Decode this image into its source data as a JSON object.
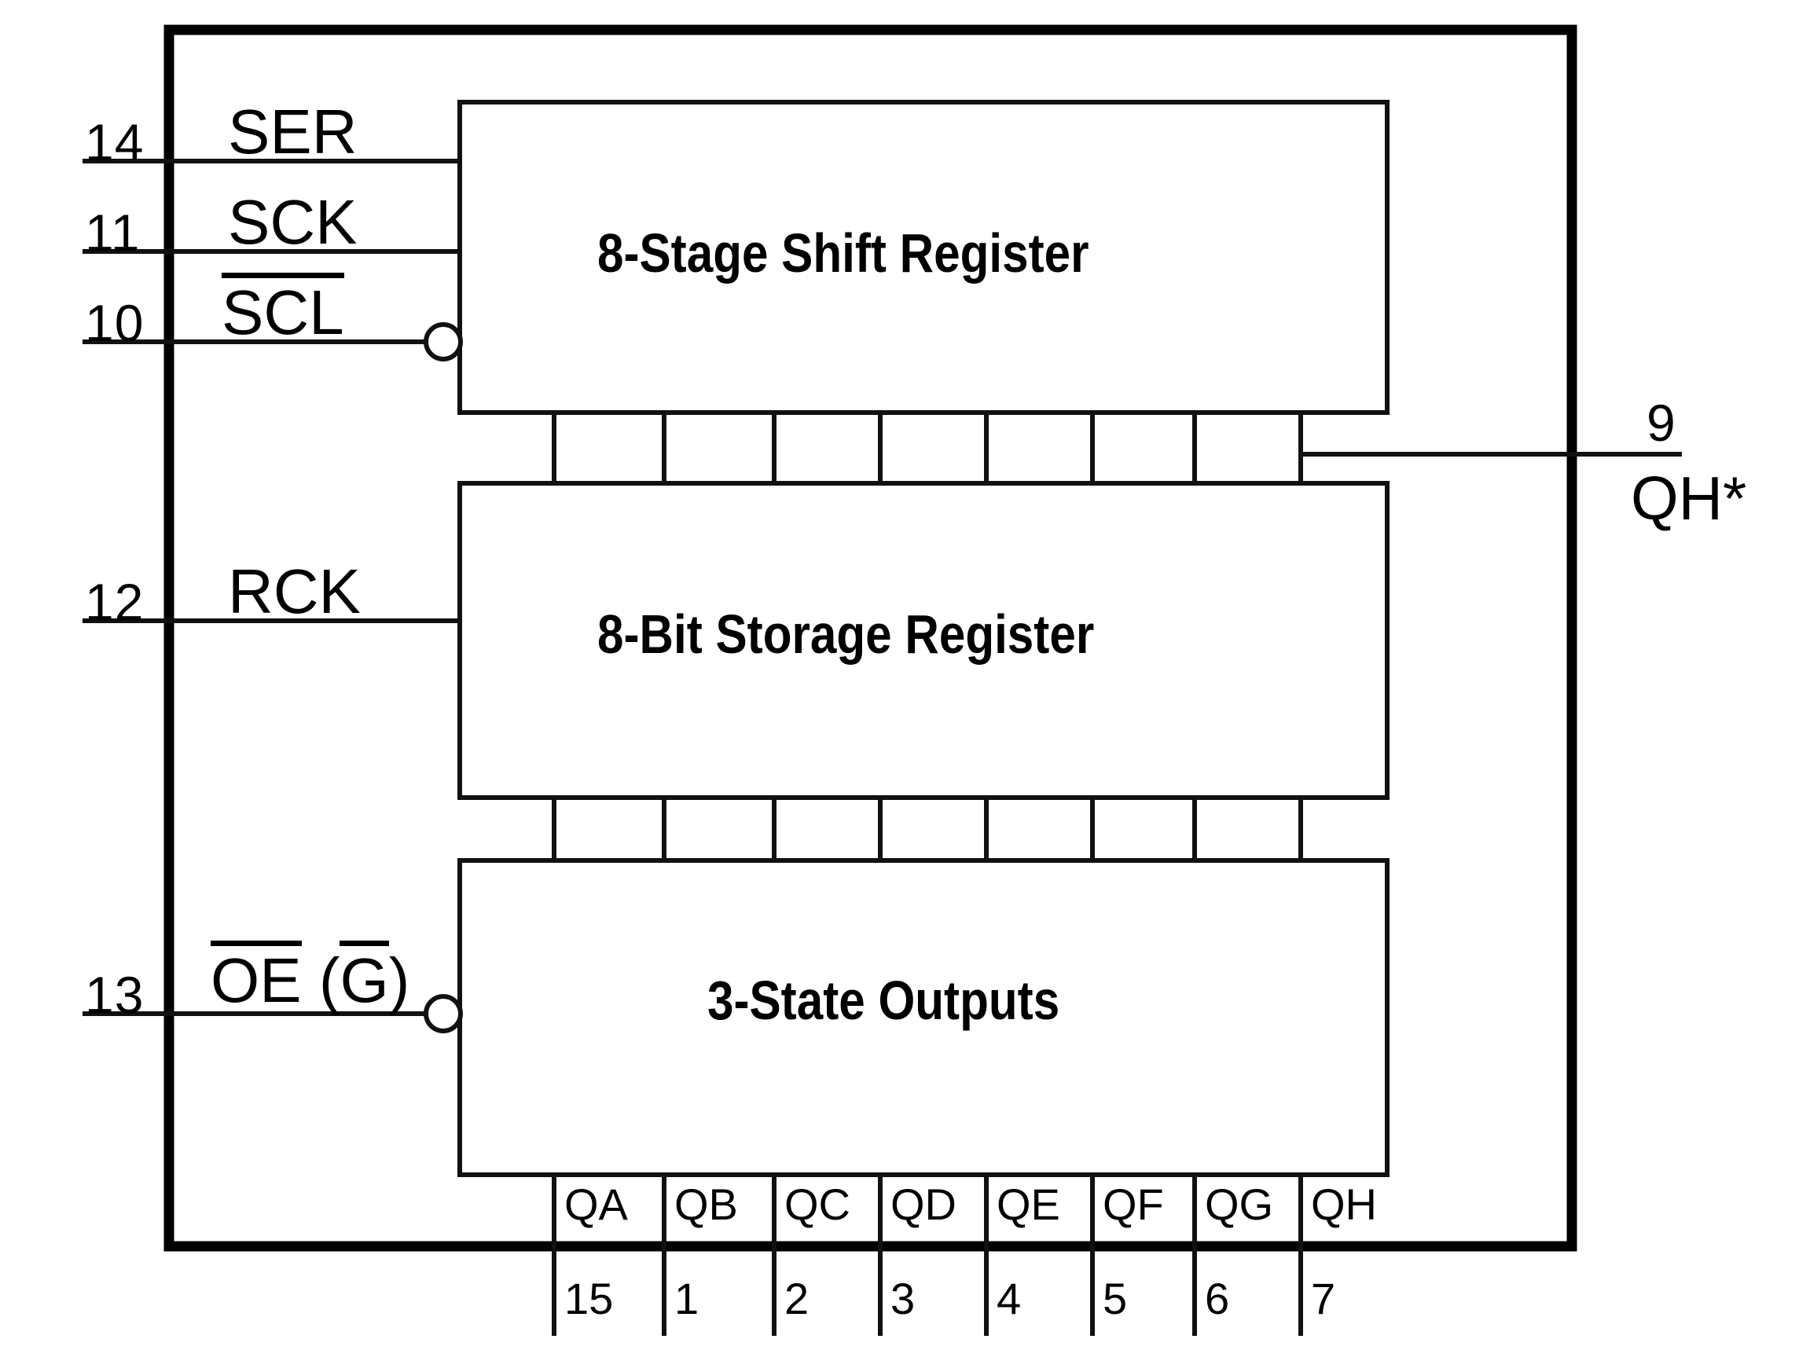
{
  "diagram": {
    "title": "8-bit serial-in parallel-out shift register block diagram",
    "chip_outline_name": "ic-package-outline"
  },
  "inputs": [
    {
      "pin": "14",
      "name": "SER",
      "active_low": false,
      "bubble": false
    },
    {
      "pin": "11",
      "name": "SCK",
      "active_low": false,
      "bubble": false
    },
    {
      "pin": "10",
      "name": "SCL",
      "active_low": true,
      "bubble": true
    },
    {
      "pin": "12",
      "name": "RCK",
      "active_low": false,
      "bubble": false
    },
    {
      "pin": "13",
      "name": "OE (G)",
      "active_low": true,
      "bubble": true
    }
  ],
  "labels": {
    "oe_part1": "OE",
    "oe_paren_open": "(",
    "oe_part2": "G",
    "oe_paren_close": ")"
  },
  "blocks": [
    {
      "id": "shift",
      "title": "8-Stage Shift Register"
    },
    {
      "id": "storage",
      "title": "8-Bit Storage Register"
    },
    {
      "id": "tristate",
      "title": "3-State Outputs"
    }
  ],
  "serial_output": {
    "pin": "9",
    "name": "QH*"
  },
  "outputs": [
    {
      "name": "QA",
      "pin": "15"
    },
    {
      "name": "QB",
      "pin": "1"
    },
    {
      "name": "QC",
      "pin": "2"
    },
    {
      "name": "QD",
      "pin": "3"
    },
    {
      "name": "QE",
      "pin": "4"
    },
    {
      "name": "QF",
      "pin": "5"
    },
    {
      "name": "QG",
      "pin": "6"
    },
    {
      "name": "QH",
      "pin": "7"
    }
  ],
  "colors": {
    "ink": "#000000",
    "background": "#ffffff",
    "thin_line": "#222222"
  }
}
